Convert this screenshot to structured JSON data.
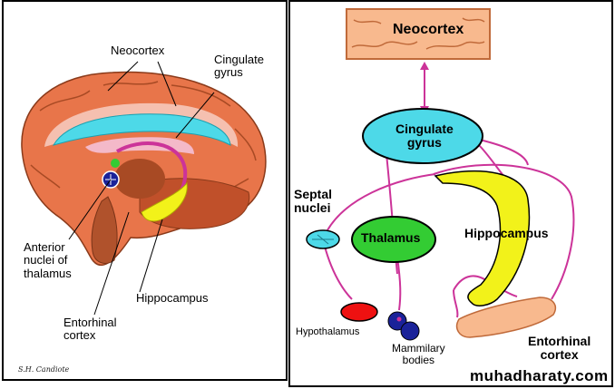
{
  "left": {
    "labels": {
      "neocortex": "Neocortex",
      "cingulate_gyrus": "Cingulate\ngyrus",
      "anterior_nuclei": "Anterior\nnuclei of\nthalamus",
      "hippocampus": "Hippocampus",
      "entorhinal": "Entorhinal\ncortex"
    },
    "signature": "S.H. Candiote"
  },
  "right": {
    "labels": {
      "neocortex": "Neocortex",
      "cingulate_gyrus": "Cingulate\ngyrus",
      "septal_nuclei": "Septal\nnuclei",
      "thalamus": "Thalamus",
      "hippocampus": "Hippocampus",
      "hypothalamus": "Hypothalamus",
      "mammillary": "Mammilary\nbodies",
      "entorhinal": "Entorhinal\ncortex"
    }
  },
  "watermark": "muhadharaty.com",
  "colors": {
    "cyan": "#4dd9e8",
    "yellow": "#f2f21a",
    "green": "#33cc33",
    "magenta": "#cc3399",
    "red": "#ee1111",
    "navy": "#1a2299",
    "brain": "#e8754a",
    "neocortex_box": "#f8b98e"
  }
}
